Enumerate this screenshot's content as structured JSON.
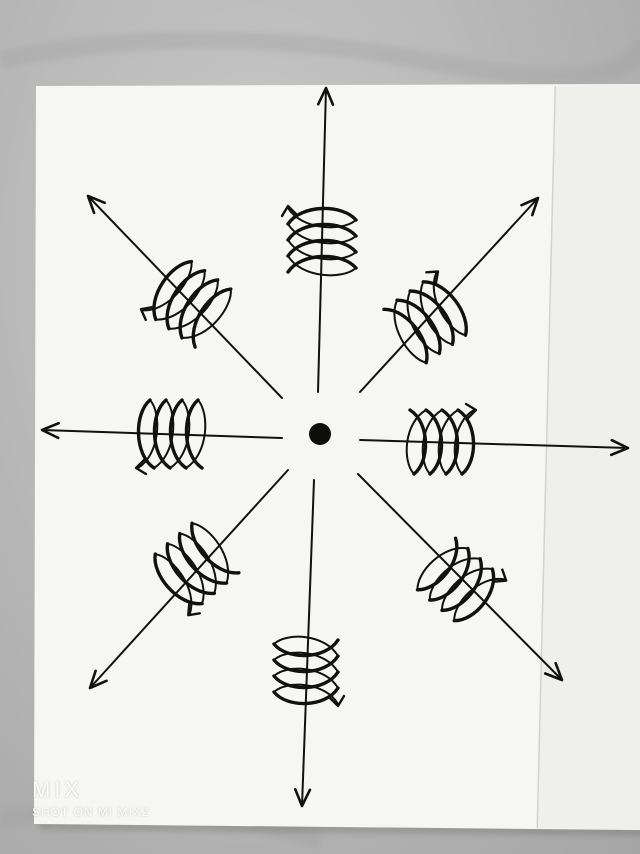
{
  "photo": {
    "subject": "hand-drawn radial arrows with coils",
    "background_color": "#b8b8b8",
    "paper_color": "#f7f7f5",
    "ink_color": "#111111",
    "directions": 8
  },
  "watermark": {
    "logo": "MIX",
    "text": "SHOT ON MI MIX2",
    "color": "#ffffff"
  }
}
